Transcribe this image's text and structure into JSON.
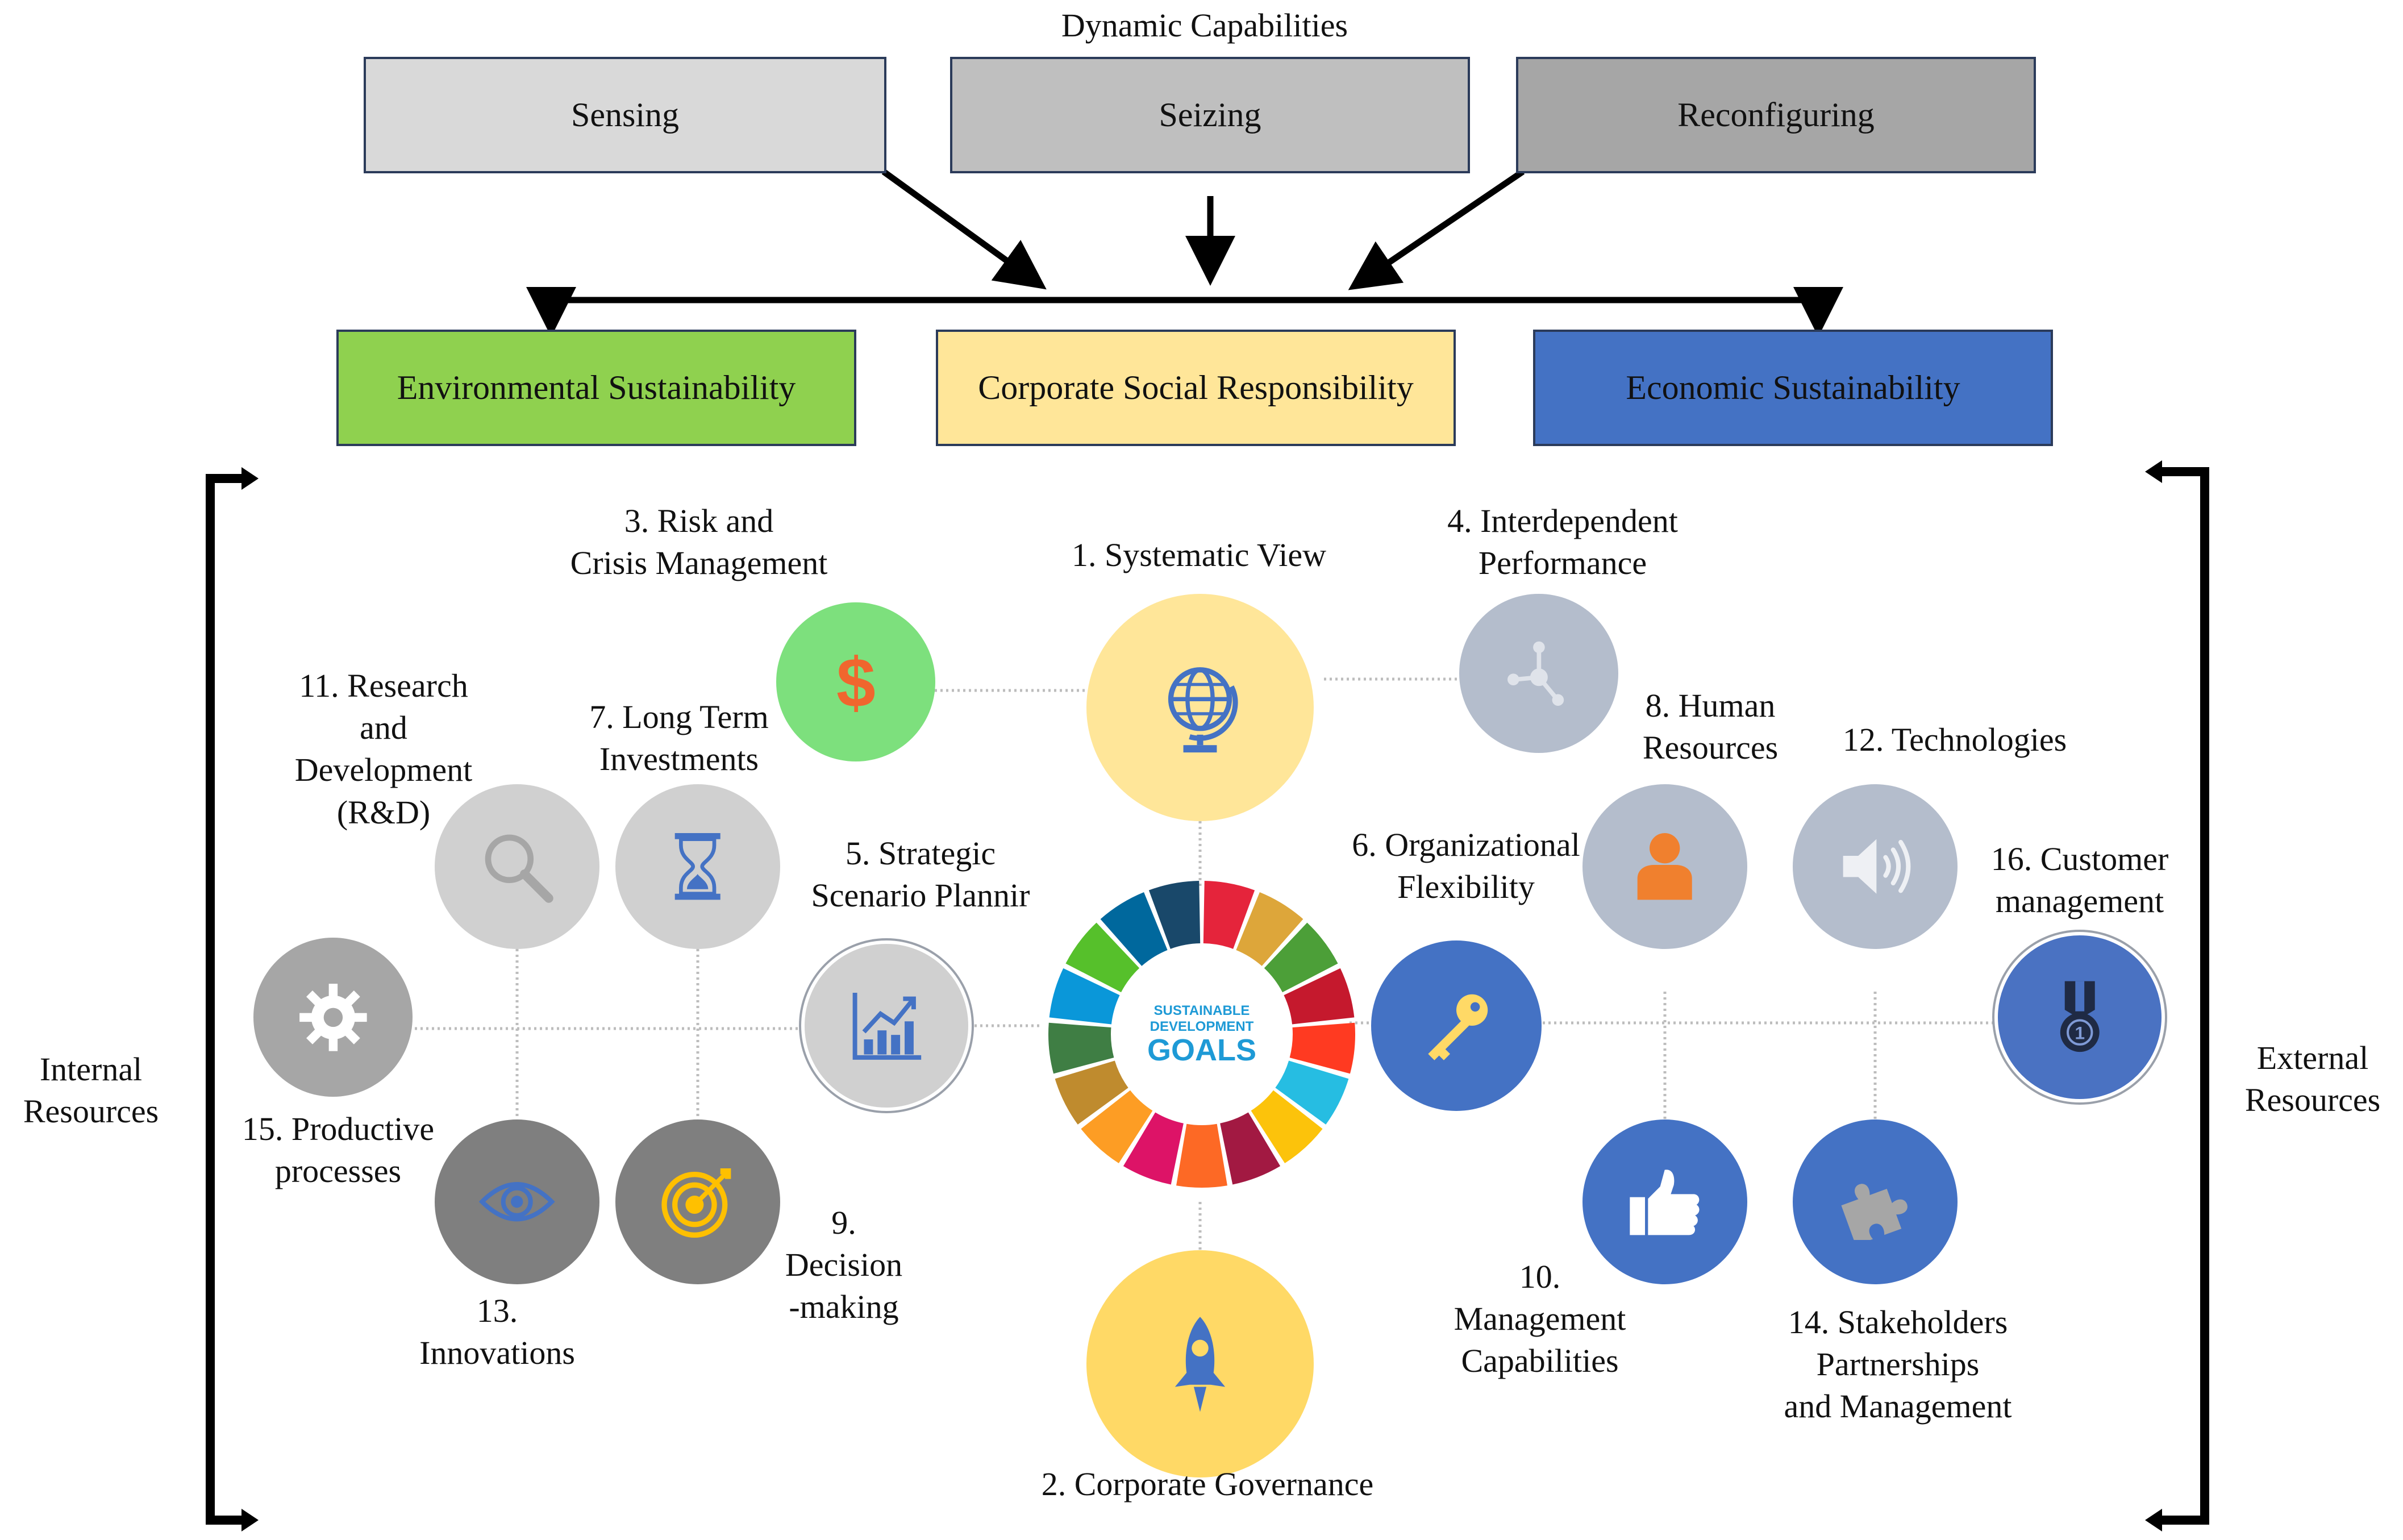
{
  "title": "Dynamic Capabilities",
  "capabilities": [
    {
      "label": "Sensing",
      "color": "#d9d9d9"
    },
    {
      "label": "Seizing",
      "color": "#bfbfbf"
    },
    {
      "label": "Reconfiguring",
      "color": "#a6a6a6"
    }
  ],
  "outcomes": [
    {
      "label": "Environmental Sustainability",
      "color": "#8fd14f"
    },
    {
      "label": "Corporate Social Responsibility",
      "color": "#ffe699"
    },
    {
      "label": "Economic Sustainability",
      "color": "#4472c4"
    }
  ],
  "side_labels": {
    "internal": "Internal\nResources",
    "external": "External\nResources"
  },
  "sdg_logo": {
    "line1": "SUSTAINABLE",
    "line2": "DEVELOPMENT",
    "line3": "GOALS"
  },
  "sdg_colors": [
    "#e5243b",
    "#dda63a",
    "#4c9f38",
    "#c5192d",
    "#ff3a21",
    "#26bde2",
    "#fcc30b",
    "#a21942",
    "#fd6925",
    "#dd1367",
    "#fd9d24",
    "#bf8b2e",
    "#3f7e44",
    "#0a97d9",
    "#56c02b",
    "#00689d",
    "#19486a"
  ],
  "nodes": [
    {
      "id": "systematic-view",
      "label": "1. Systematic View",
      "icon": "globe-icon",
      "color": "#ffe699"
    },
    {
      "id": "corporate-governance",
      "label": "2. Corporate Governance",
      "icon": "rocket-icon",
      "color": "#ffd966"
    },
    {
      "id": "risk-crisis",
      "label": "3. Risk and\nCrisis Management",
      "icon": "dollar-icon",
      "color": "#7de07d"
    },
    {
      "id": "interdependent-performance",
      "label": "4. Interdependent\nPerformance",
      "icon": "network-icon",
      "color": "#b4bdcc"
    },
    {
      "id": "strategic-scenario",
      "label": "5. Strategic\nScenario Plannir",
      "icon": "bar-chart-icon",
      "color": "#d0d0d0"
    },
    {
      "id": "organizational-flexibility",
      "label": "6. Organizational\nFlexibility",
      "icon": "key-icon",
      "color": "#4472c4"
    },
    {
      "id": "long-term-investments",
      "label": "7. Long Term\nInvestments",
      "icon": "hourglass-icon",
      "color": "#d0d0d0"
    },
    {
      "id": "human-resources",
      "label": "8. Human\nResources",
      "icon": "person-icon",
      "color": "#b4bdcc"
    },
    {
      "id": "decision-making",
      "label": "9.\nDecision\n-making",
      "icon": "target-icon",
      "color": "#7f7f7f"
    },
    {
      "id": "management-capabilities",
      "label": "10.\nManagement\nCapabilities",
      "icon": "thumbs-up-icon",
      "color": "#4472c4"
    },
    {
      "id": "research-development",
      "label": "11. Research\nand\nDevelopment\n(R&D)",
      "icon": "magnifier-icon",
      "color": "#d0d0d0"
    },
    {
      "id": "technologies",
      "label": "12. Technologies",
      "icon": "speaker-icon",
      "color": "#b4bdcc"
    },
    {
      "id": "innovations",
      "label": "13.\nInnovations",
      "icon": "eye-icon",
      "color": "#7f7f7f"
    },
    {
      "id": "stakeholders",
      "label": "14. Stakeholders\nPartnerships\nand Management",
      "icon": "puzzle-icon",
      "color": "#4472c4"
    },
    {
      "id": "productive-processes",
      "label": "15. Productive\nprocesses",
      "icon": "gear-icon",
      "color": "#a6a6a6"
    },
    {
      "id": "customer-management",
      "label": "16. Customer\nmanagement",
      "icon": "medal-icon",
      "color": "#4a72c2"
    }
  ]
}
